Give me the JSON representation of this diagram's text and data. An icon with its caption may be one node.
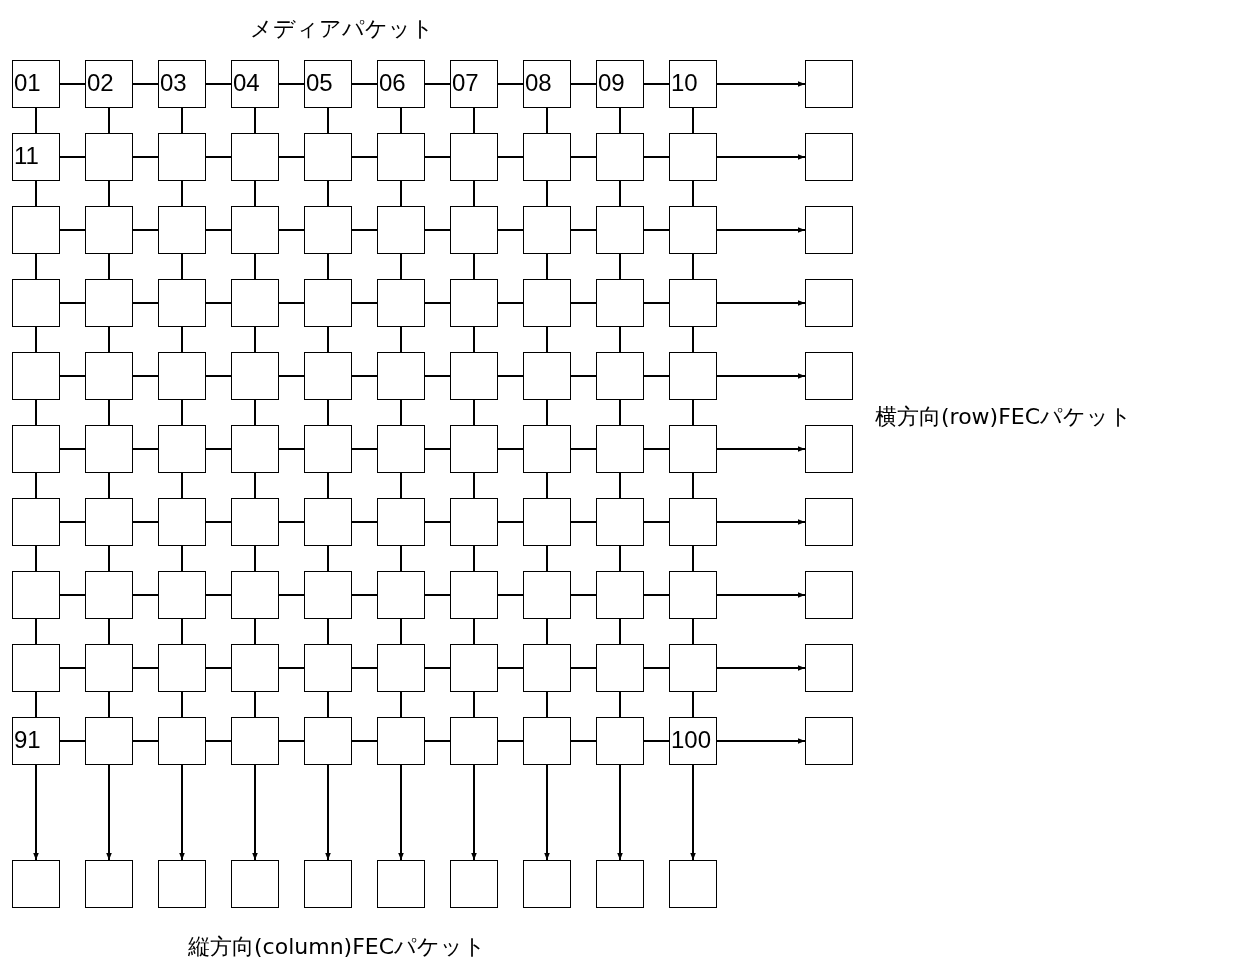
{
  "diagram": {
    "nodes": [
      {
        "text": [
          "01"
        ]
      },
      {
        "text": [
          "02"
        ]
      },
      {
        "text": [
          "03"
        ]
      },
      {
        "text": [
          "04"
        ]
      },
      {
        "text": [
          "05"
        ]
      },
      {
        "text": [
          "06"
        ]
      },
      {
        "text": [
          "07"
        ]
      },
      {
        "text": [
          "08"
        ]
      },
      {
        "text": [
          "09"
        ]
      },
      {
        "text": [
          "10"
        ]
      },
      {
        "text": [],
        "shape": "box"
      },
      {
        "text": [
          "11"
        ]
      },
      {
        "text": [],
        "shape": "box"
      },
      {
        "text": [],
        "shape": "box"
      },
      {
        "text": [],
        "shape": "box"
      },
      {
        "text": [],
        "shape": "box"
      },
      {
        "text": [],
        "shape": "box"
      },
      {
        "text": [],
        "shape": "box"
      },
      {
        "text": [],
        "shape": "box"
      },
      {
        "text": [],
        "shape": "box"
      },
      {
        "text": [],
        "shape": "box"
      },
      {
        "text": [],
        "shape": "box"
      },
      {
        "text": [],
        "shape": "box"
      },
      {
        "text": [],
        "shape": "box"
      },
      {
        "text": [],
        "shape": "box"
      },
      {
        "text": [],
        "shape": "box"
      },
      {
        "text": [],
        "shape": "box"
      },
      {
        "text": [],
        "shape": "box"
      },
      {
        "text": [],
        "shape": "box"
      },
      {
        "text": [],
        "shape": "box"
      },
      {
        "text": [],
        "shape": "box"
      },
      {
        "text": [],
        "shape": "box"
      },
      {
        "text": [],
        "shape": "box"
      },
      {
        "text": [],
        "shape": "box"
      },
      {
        "text": [],
        "shape": "box"
      },
      {
        "text": [],
        "shape": "box"
      },
      {
        "text": [],
        "shape": "box"
      },
      {
        "text": [],
        "shape": "box"
      },
      {
        "text": [],
        "shape": "box"
      },
      {
        "text": [],
        "shape": "box"
      },
      {
        "text": [],
        "shape": "box"
      },
      {
        "text": [],
        "shape": "box"
      },
      {
        "text": [],
        "shape": "box"
      },
      {
        "text": [],
        "shape": "box"
      },
      {
        "text": [],
        "shape": "box"
      },
      {
        "text": [],
        "shape": "box"
      },
      {
        "text": [],
        "shape": "box"
      },
      {
        "text": [],
        "shape": "box"
      },
      {
        "text": [],
        "shape": "box"
      },
      {
        "text": [],
        "shape": "box"
      },
      {
        "text": [],
        "shape": "box"
      },
      {
        "text": [],
        "shape": "box"
      },
      {
        "text": [],
        "shape": "box"
      },
      {
        "text": [],
        "shape": "box"
      },
      {
        "text": [],
        "shape": "box"
      },
      {
        "text": [],
        "shape": "box"
      },
      {
        "text": [],
        "shape": "box"
      },
      {
        "text": [],
        "shape": "box"
      },
      {
        "text": [],
        "shape": "box"
      },
      {
        "text": [],
        "shape": "box"
      },
      {
        "text": [],
        "shape": "box"
      },
      {
        "text": [],
        "shape": "box"
      },
      {
        "text": [],
        "shape": "box"
      },
      {
        "text": [],
        "shape": "box"
      },
      {
        "text": [],
        "shape": "box"
      },
      {
        "text": [],
        "shape": "box"
      },
      {
        "text": [],
        "shape": "box"
      },
      {
        "text": [],
        "shape": "box"
      },
      {
        "text": [],
        "shape": "box"
      },
      {
        "text": [],
        "shape": "box"
      },
      {
        "text": [],
        "shape": "box"
      },
      {
        "text": [],
        "shape": "box"
      },
      {
        "text": [],
        "shape": "box"
      },
      {
        "text": [],
        "shape": "box"
      },
      {
        "text": [],
        "shape": "box"
      },
      {
        "text": [],
        "shape": "box"
      },
      {
        "text": [],
        "shape": "box"
      },
      {
        "text": [],
        "shape": "box"
      },
      {
        "text": [],
        "shape": "box"
      },
      {
        "text": [],
        "shape": "box"
      },
      {
        "text": [],
        "shape": "box"
      },
      {
        "text": [],
        "shape": "box"
      },
      {
        "text": [],
        "shape": "box"
      },
      {
        "text": [],
        "shape": "box"
      },
      {
        "text": [],
        "shape": "box"
      },
      {
        "text": [],
        "shape": "box"
      },
      {
        "text": [],
        "shape": "box"
      },
      {
        "text": [],
        "shape": "box"
      },
      {
        "text": [],
        "shape": "box"
      },
      {
        "text": [],
        "shape": "box"
      },
      {
        "text": [],
        "shape": "box"
      },
      {
        "text": [],
        "shape": "box"
      },
      {
        "text": [],
        "shape": "box"
      },
      {
        "text": [],
        "shape": "box"
      },
      {
        "text": [],
        "shape": "box"
      },
      {
        "text": [],
        "shape": "box"
      },
      {
        "text": [],
        "shape": "box"
      },
      {
        "text": [],
        "shape": "box"
      },
      {
        "text": [],
        "shape": "box"
      },
      {
        "text": [
          "91"
        ]
      },
      {
        "text": [],
        "shape": "box"
      },
      {
        "text": [],
        "shape": "box"
      },
      {
        "text": [],
        "shape": "box"
      },
      {
        "text": [],
        "shape": "box"
      },
      {
        "text": [],
        "shape": "box"
      },
      {
        "text": [],
        "shape": "box"
      },
      {
        "text": [],
        "shape": "box"
      },
      {
        "text": [],
        "shape": "box"
      },
      {
        "text": [
          "100"
        ]
      },
      {
        "text": [],
        "shape": "box"
      },
      {
        "text": [],
        "shape": "box"
      },
      {
        "text": [],
        "shape": "box"
      },
      {
        "text": [],
        "shape": "box"
      },
      {
        "text": [],
        "shape": "box"
      },
      {
        "text": [],
        "shape": "box"
      },
      {
        "text": [],
        "shape": "box"
      },
      {
        "text": [],
        "shape": "box"
      },
      {
        "text": [],
        "shape": "box"
      },
      {
        "text": [],
        "shape": "box"
      },
      {
        "text": [],
        "shape": "box"
      }
    ],
    "edges": [
      {
        "from": 0,
        "to": 1,
        "arrow": "none"
      },
      {
        "from": 1,
        "to": 2,
        "arrow": "none"
      },
      {
        "from": 2,
        "to": 3,
        "arrow": "none"
      },
      {
        "from": 3,
        "to": 4,
        "arrow": "none"
      },
      {
        "from": 4,
        "to": 5,
        "arrow": "none"
      },
      {
        "from": 5,
        "to": 6,
        "arrow": "none"
      },
      {
        "from": 6,
        "to": 7,
        "arrow": "none"
      },
      {
        "from": 7,
        "to": 8,
        "arrow": "none"
      },
      {
        "from": 8,
        "to": 9,
        "arrow": "none"
      },
      {
        "from": 9,
        "to": 10,
        "arrow": "to"
      },
      {
        "from": 11,
        "to": 12,
        "arrow": "none"
      },
      {
        "from": 12,
        "to": 13,
        "arrow": "none"
      },
      {
        "from": 13,
        "to": 14,
        "arrow": "none"
      },
      {
        "from": 14,
        "to": 15,
        "arrow": "none"
      },
      {
        "from": 15,
        "to": 16,
        "arrow": "none"
      },
      {
        "from": 16,
        "to": 17,
        "arrow": "none"
      },
      {
        "from": 17,
        "to": 18,
        "arrow": "none"
      },
      {
        "from": 18,
        "to": 19,
        "arrow": "none"
      },
      {
        "from": 19,
        "to": 20,
        "arrow": "none"
      },
      {
        "from": 20,
        "to": 21,
        "arrow": "to"
      },
      {
        "from": 22,
        "to": 23,
        "arrow": "none"
      },
      {
        "from": 23,
        "to": 24,
        "arrow": "none"
      },
      {
        "from": 24,
        "to": 25,
        "arrow": "none"
      },
      {
        "from": 25,
        "to": 26,
        "arrow": "none"
      },
      {
        "from": 26,
        "to": 27,
        "arrow": "none"
      },
      {
        "from": 27,
        "to": 28,
        "arrow": "none"
      },
      {
        "from": 28,
        "to": 29,
        "arrow": "none"
      },
      {
        "from": 29,
        "to": 30,
        "arrow": "none"
      },
      {
        "from": 30,
        "to": 31,
        "arrow": "none"
      },
      {
        "from": 31,
        "to": 32,
        "arrow": "to"
      },
      {
        "from": 33,
        "to": 34,
        "arrow": "none"
      },
      {
        "from": 34,
        "to": 35,
        "arrow": "none"
      },
      {
        "from": 35,
        "to": 36,
        "arrow": "none"
      },
      {
        "from": 36,
        "to": 37,
        "arrow": "none"
      },
      {
        "from": 37,
        "to": 38,
        "arrow": "none"
      },
      {
        "from": 38,
        "to": 39,
        "arrow": "none"
      },
      {
        "from": 39,
        "to": 40,
        "arrow": "none"
      },
      {
        "from": 40,
        "to": 41,
        "arrow": "none"
      },
      {
        "from": 41,
        "to": 42,
        "arrow": "none"
      },
      {
        "from": 42,
        "to": 43,
        "arrow": "to"
      },
      {
        "from": 44,
        "to": 45,
        "arrow": "none"
      },
      {
        "from": 45,
        "to": 46,
        "arrow": "none"
      },
      {
        "from": 46,
        "to": 47,
        "arrow": "none"
      },
      {
        "from": 47,
        "to": 48,
        "arrow": "none"
      },
      {
        "from": 48,
        "to": 49,
        "arrow": "none"
      },
      {
        "from": 49,
        "to": 50,
        "arrow": "none"
      },
      {
        "from": 50,
        "to": 51,
        "arrow": "none"
      },
      {
        "from": 51,
        "to": 52,
        "arrow": "none"
      },
      {
        "from": 52,
        "to": 53,
        "arrow": "none"
      },
      {
        "from": 53,
        "to": 54,
        "arrow": "to"
      },
      {
        "from": 55,
        "to": 56,
        "arrow": "none"
      },
      {
        "from": 56,
        "to": 57,
        "arrow": "none"
      },
      {
        "from": 57,
        "to": 58,
        "arrow": "none"
      },
      {
        "from": 58,
        "to": 59,
        "arrow": "none"
      },
      {
        "from": 59,
        "to": 60,
        "arrow": "none"
      },
      {
        "from": 60,
        "to": 61,
        "arrow": "none"
      },
      {
        "from": 61,
        "to": 62,
        "arrow": "none"
      },
      {
        "from": 62,
        "to": 63,
        "arrow": "none"
      },
      {
        "from": 63,
        "to": 64,
        "arrow": "none"
      },
      {
        "from": 64,
        "to": 65,
        "arrow": "to"
      },
      {
        "from": 66,
        "to": 67,
        "arrow": "none"
      },
      {
        "from": 67,
        "to": 68,
        "arrow": "none"
      },
      {
        "from": 68,
        "to": 69,
        "arrow": "none"
      },
      {
        "from": 69,
        "to": 70,
        "arrow": "none"
      },
      {
        "from": 70,
        "to": 71,
        "arrow": "none"
      },
      {
        "from": 71,
        "to": 72,
        "arrow": "none"
      },
      {
        "from": 72,
        "to": 73,
        "arrow": "none"
      },
      {
        "from": 73,
        "to": 74,
        "arrow": "none"
      },
      {
        "from": 74,
        "to": 75,
        "arrow": "none"
      },
      {
        "from": 75,
        "to": 76,
        "arrow": "to"
      },
      {
        "from": 77,
        "to": 78,
        "arrow": "none"
      },
      {
        "from": 78,
        "to": 79,
        "arrow": "none"
      },
      {
        "from": 79,
        "to": 80,
        "arrow": "none"
      },
      {
        "from": 80,
        "to": 81,
        "arrow": "none"
      },
      {
        "from": 81,
        "to": 82,
        "arrow": "none"
      },
      {
        "from": 82,
        "to": 83,
        "arrow": "none"
      },
      {
        "from": 83,
        "to": 84,
        "arrow": "none"
      },
      {
        "from": 84,
        "to": 85,
        "arrow": "none"
      },
      {
        "from": 85,
        "to": 86,
        "arrow": "none"
      },
      {
        "from": 86,
        "to": 87,
        "arrow": "to"
      },
      {
        "from": 88,
        "to": 89,
        "arrow": "none"
      },
      {
        "from": 89,
        "to": 90,
        "arrow": "none"
      },
      {
        "from": 90,
        "to": 91,
        "arrow": "none"
      },
      {
        "from": 91,
        "to": 92,
        "arrow": "none"
      },
      {
        "from": 92,
        "to": 93,
        "arrow": "none"
      },
      {
        "from": 93,
        "to": 94,
        "arrow": "none"
      },
      {
        "from": 94,
        "to": 95,
        "arrow": "none"
      },
      {
        "from": 95,
        "to": 96,
        "arrow": "none"
      },
      {
        "from": 96,
        "to": 97,
        "arrow": "none"
      },
      {
        "from": 97,
        "to": 98,
        "arrow": "to"
      },
      {
        "from": 99,
        "to": 100,
        "arrow": "none"
      },
      {
        "from": 100,
        "to": 101,
        "arrow": "none"
      },
      {
        "from": 101,
        "to": 102,
        "arrow": "none"
      },
      {
        "from": 102,
        "to": 103,
        "arrow": "none"
      },
      {
        "from": 103,
        "to": 104,
        "arrow": "none"
      },
      {
        "from": 104,
        "to": 105,
        "arrow": "none"
      },
      {
        "from": 105,
        "to": 106,
        "arrow": "none"
      },
      {
        "from": 106,
        "to": 107,
        "arrow": "none"
      },
      {
        "from": 107,
        "to": 108,
        "arrow": "none"
      },
      {
        "from": 108,
        "to": 109,
        "arrow": "to"
      },
      {
        "from": 0,
        "to": 11,
        "arrow": "none"
      },
      {
        "from": 1,
        "to": 12,
        "arrow": "none"
      },
      {
        "from": 2,
        "to": 13,
        "arrow": "none"
      },
      {
        "from": 3,
        "to": 14,
        "arrow": "none"
      },
      {
        "from": 4,
        "to": 15,
        "arrow": "none"
      },
      {
        "from": 5,
        "to": 16,
        "arrow": "none"
      },
      {
        "from": 6,
        "to": 17,
        "arrow": "none"
      },
      {
        "from": 7,
        "to": 18,
        "arrow": "none"
      },
      {
        "from": 8,
        "to": 19,
        "arrow": "none"
      },
      {
        "from": 9,
        "to": 20,
        "arrow": "none"
      },
      {
        "from": 11,
        "to": 22,
        "arrow": "none"
      },
      {
        "from": 12,
        "to": 23,
        "arrow": "none"
      },
      {
        "from": 13,
        "to": 24,
        "arrow": "none"
      },
      {
        "from": 14,
        "to": 25,
        "arrow": "none"
      },
      {
        "from": 15,
        "to": 26,
        "arrow": "none"
      },
      {
        "from": 16,
        "to": 27,
        "arrow": "none"
      },
      {
        "from": 17,
        "to": 28,
        "arrow": "none"
      },
      {
        "from": 18,
        "to": 29,
        "arrow": "none"
      },
      {
        "from": 19,
        "to": 30,
        "arrow": "none"
      },
      {
        "from": 20,
        "to": 31,
        "arrow": "none"
      },
      {
        "from": 22,
        "to": 33,
        "arrow": "none"
      },
      {
        "from": 23,
        "to": 34,
        "arrow": "none"
      },
      {
        "from": 24,
        "to": 35,
        "arrow": "none"
      },
      {
        "from": 25,
        "to": 36,
        "arrow": "none"
      },
      {
        "from": 26,
        "to": 37,
        "arrow": "none"
      },
      {
        "from": 27,
        "to": 38,
        "arrow": "none"
      },
      {
        "from": 28,
        "to": 39,
        "arrow": "none"
      },
      {
        "from": 29,
        "to": 40,
        "arrow": "none"
      },
      {
        "from": 30,
        "to": 41,
        "arrow": "none"
      },
      {
        "from": 31,
        "to": 42,
        "arrow": "none"
      },
      {
        "from": 33,
        "to": 44,
        "arrow": "none"
      },
      {
        "from": 34,
        "to": 45,
        "arrow": "none"
      },
      {
        "from": 35,
        "to": 46,
        "arrow": "none"
      },
      {
        "from": 36,
        "to": 47,
        "arrow": "none"
      },
      {
        "from": 37,
        "to": 48,
        "arrow": "none"
      },
      {
        "from": 38,
        "to": 49,
        "arrow": "none"
      },
      {
        "from": 39,
        "to": 50,
        "arrow": "none"
      },
      {
        "from": 40,
        "to": 51,
        "arrow": "none"
      },
      {
        "from": 41,
        "to": 52,
        "arrow": "none"
      },
      {
        "from": 42,
        "to": 53,
        "arrow": "none"
      },
      {
        "from": 44,
        "to": 55,
        "arrow": "none"
      },
      {
        "from": 45,
        "to": 56,
        "arrow": "none"
      },
      {
        "from": 46,
        "to": 57,
        "arrow": "none"
      },
      {
        "from": 47,
        "to": 58,
        "arrow": "none"
      },
      {
        "from": 48,
        "to": 59,
        "arrow": "none"
      },
      {
        "from": 49,
        "to": 60,
        "arrow": "none"
      },
      {
        "from": 50,
        "to": 61,
        "arrow": "none"
      },
      {
        "from": 51,
        "to": 62,
        "arrow": "none"
      },
      {
        "from": 52,
        "to": 63,
        "arrow": "none"
      },
      {
        "from": 53,
        "to": 64,
        "arrow": "none"
      },
      {
        "from": 55,
        "to": 66,
        "arrow": "none"
      },
      {
        "from": 56,
        "to": 67,
        "arrow": "none"
      },
      {
        "from": 57,
        "to": 68,
        "arrow": "none"
      },
      {
        "from": 58,
        "to": 69,
        "arrow": "none"
      },
      {
        "from": 59,
        "to": 70,
        "arrow": "none"
      },
      {
        "from": 60,
        "to": 71,
        "arrow": "none"
      },
      {
        "from": 61,
        "to": 72,
        "arrow": "none"
      },
      {
        "from": 62,
        "to": 73,
        "arrow": "none"
      },
      {
        "from": 63,
        "to": 74,
        "arrow": "none"
      },
      {
        "from": 64,
        "to": 75,
        "arrow": "none"
      },
      {
        "from": 66,
        "to": 77,
        "arrow": "none"
      },
      {
        "from": 67,
        "to": 78,
        "arrow": "none"
      },
      {
        "from": 68,
        "to": 79,
        "arrow": "none"
      },
      {
        "from": 69,
        "to": 80,
        "arrow": "none"
      },
      {
        "from": 70,
        "to": 81,
        "arrow": "none"
      },
      {
        "from": 71,
        "to": 82,
        "arrow": "none"
      },
      {
        "from": 72,
        "to": 83,
        "arrow": "none"
      },
      {
        "from": 73,
        "to": 84,
        "arrow": "none"
      },
      {
        "from": 74,
        "to": 85,
        "arrow": "none"
      },
      {
        "from": 75,
        "to": 86,
        "arrow": "none"
      },
      {
        "from": 77,
        "to": 88,
        "arrow": "none"
      },
      {
        "from": 78,
        "to": 89,
        "arrow": "none"
      },
      {
        "from": 79,
        "to": 90,
        "arrow": "none"
      },
      {
        "from": 80,
        "to": 91,
        "arrow": "none"
      },
      {
        "from": 81,
        "to": 92,
        "arrow": "none"
      },
      {
        "from": 82,
        "to": 93,
        "arrow": "none"
      },
      {
        "from": 83,
        "to": 94,
        "arrow": "none"
      },
      {
        "from": 84,
        "to": 95,
        "arrow": "none"
      },
      {
        "from": 85,
        "to": 96,
        "arrow": "none"
      },
      {
        "from": 86,
        "to": 97,
        "arrow": "none"
      },
      {
        "from": 88,
        "to": 99,
        "arrow": "none"
      },
      {
        "from": 89,
        "to": 100,
        "arrow": "none"
      },
      {
        "from": 90,
        "to": 101,
        "arrow": "none"
      },
      {
        "from": 91,
        "to": 102,
        "arrow": "none"
      },
      {
        "from": 92,
        "to": 103,
        "arrow": "none"
      },
      {
        "from": 93,
        "to": 104,
        "arrow": "none"
      },
      {
        "from": 94,
        "to": 105,
        "arrow": "none"
      },
      {
        "from": 95,
        "to": 106,
        "arrow": "none"
      },
      {
        "from": 96,
        "to": 107,
        "arrow": "none"
      },
      {
        "from": 97,
        "to": 108,
        "arrow": "none"
      },
      {
        "from": 99,
        "to": 110,
        "arrow": "to"
      },
      {
        "from": 100,
        "to": 111,
        "arrow": "to"
      },
      {
        "from": 101,
        "to": 112,
        "arrow": "to"
      },
      {
        "from": 102,
        "to": 113,
        "arrow": "to"
      },
      {
        "from": 103,
        "to": 114,
        "arrow": "to"
      },
      {
        "from": 104,
        "to": 115,
        "arrow": "to"
      },
      {
        "from": 105,
        "to": 116,
        "arrow": "to"
      },
      {
        "from": 106,
        "to": 117,
        "arrow": "to"
      },
      {
        "from": 107,
        "to": 118,
        "arrow": "to"
      },
      {
        "from": 108,
        "to": 119,
        "arrow": "to"
      }
    ],
    "labels": [
      "メディアパケット",
      "横方向(row)FECパケット",
      "縦方向(column)FECパケット"
    ]
  }
}
